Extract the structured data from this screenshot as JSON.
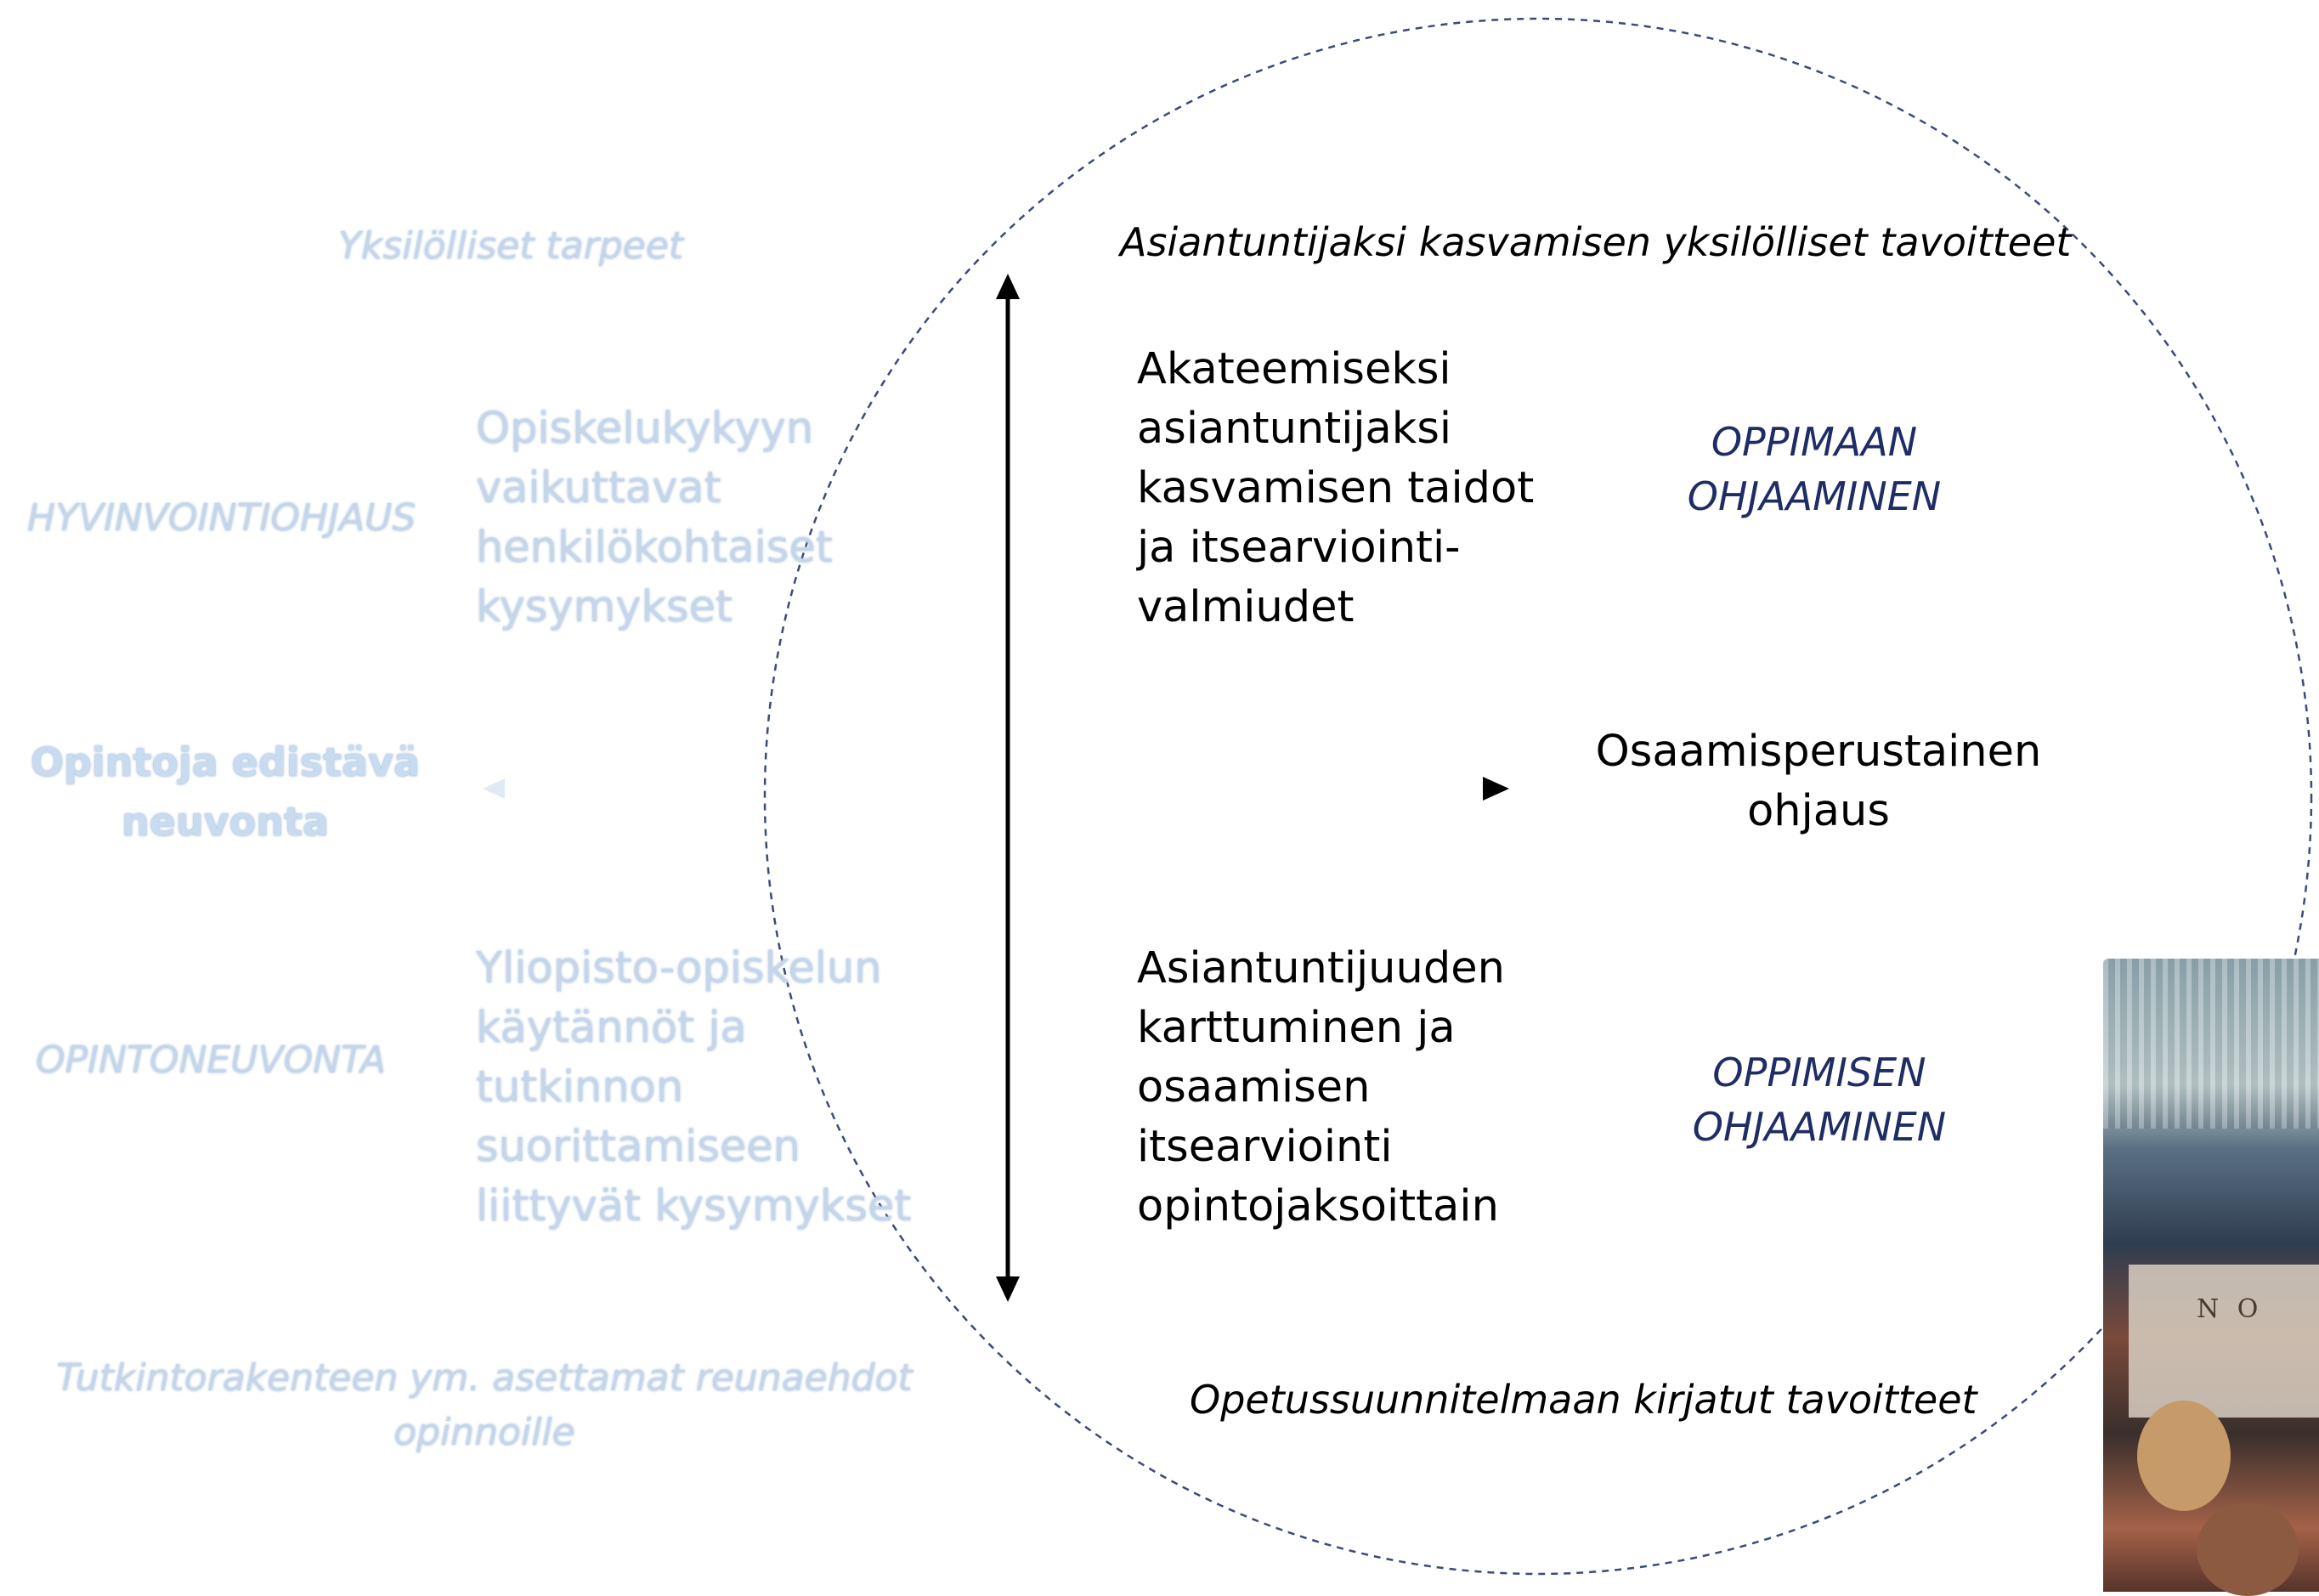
{
  "labels": {
    "top_left": "Yksilölliset tarpeet",
    "top_right": "Asiantuntijaksi kasvamisen yksilölliset tavoitteet",
    "bottom_left_line1": "Tutkintorakenteen ym. asettamat reunaehdot",
    "bottom_left_line2": "opinnoille",
    "bottom_right": "Opetussuunnitelmaan kirjatut tavoitteet"
  },
  "left_axis": {
    "hyvinvointi": "HYVINVOINTIOHJAUS",
    "opintoneuvonta": "OPINTONEUVONTA",
    "center_line1": "Opintoja edistävä",
    "center_line2": "neuvonta"
  },
  "left_blocks": {
    "upper": [
      "Opiskelukykyyn",
      "vaikuttavat",
      "henkilökohtaiset",
      "kysymykset"
    ],
    "lower": [
      "Yliopisto-opiskelun",
      "käytännöt ja",
      "tutkinnon",
      "suorittamiseen",
      "liittyvät kysymykset"
    ]
  },
  "right_blocks": {
    "upper": [
      "Akateemiseksi",
      "asiantuntijaksi",
      "kasvamisen taidot",
      "ja itsearviointi-",
      "valmiudet"
    ],
    "lower": [
      "Asiantuntijuuden",
      "karttuminen ja",
      "osaamisen",
      "itsearviointi",
      "opintojaksoittain"
    ]
  },
  "right_axis": {
    "oppimaan_line1": "OPPIMAAN",
    "oppimaan_line2": "OHJAAMINEN",
    "oppimisen_line1": "OPPIMISEN",
    "oppimisen_line2": "OHJAAMINEN",
    "center_line1": "Osaamisperustainen",
    "center_line2": "ohjaus"
  },
  "photo": {
    "sign_text": "N O"
  },
  "colors": {
    "faded_text": "#c5d6ea",
    "navy_text": "#1f2d66",
    "arrow": "#000000",
    "circle_dash": "#3b4a7a"
  }
}
